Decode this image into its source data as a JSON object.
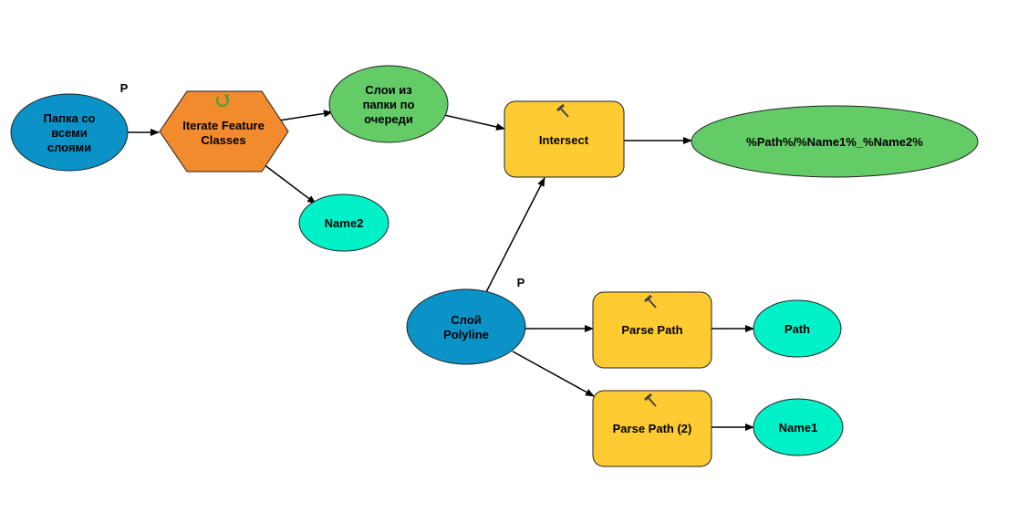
{
  "colors": {
    "input_data": "#0b93c8",
    "iterator": "#f28a2e",
    "derived_data": "#63cc67",
    "value": "#00f0c8",
    "tool": "#ffcb33",
    "outline": "#222222",
    "connector": "#000000",
    "iterate_icon": "#3aa63a"
  },
  "nodes": {
    "folder": {
      "label": [
        "Папка со",
        "всеми",
        "слоями"
      ],
      "parameter": "P"
    },
    "iterate": {
      "label": [
        "Iterate Feature",
        "Classes"
      ],
      "icon": "refresh-icon"
    },
    "layers": {
      "label": [
        "Слои из",
        "папки по",
        "очереди"
      ]
    },
    "name2": {
      "label": [
        "Name2"
      ]
    },
    "intersect": {
      "label": [
        "Intersect"
      ],
      "icon": "hammer-icon"
    },
    "output": {
      "label": [
        "%Path%/%Name1%_%Name2%"
      ]
    },
    "polyline": {
      "label": [
        "Слой",
        "Polyline"
      ],
      "parameter": "P"
    },
    "parsepath": {
      "label": [
        "Parse Path"
      ],
      "icon": "hammer-icon"
    },
    "path": {
      "label": [
        "Path"
      ]
    },
    "parsepath2": {
      "label": [
        "Parse Path (2)"
      ],
      "icon": "hammer-icon"
    },
    "name1": {
      "label": [
        "Name1"
      ]
    }
  }
}
